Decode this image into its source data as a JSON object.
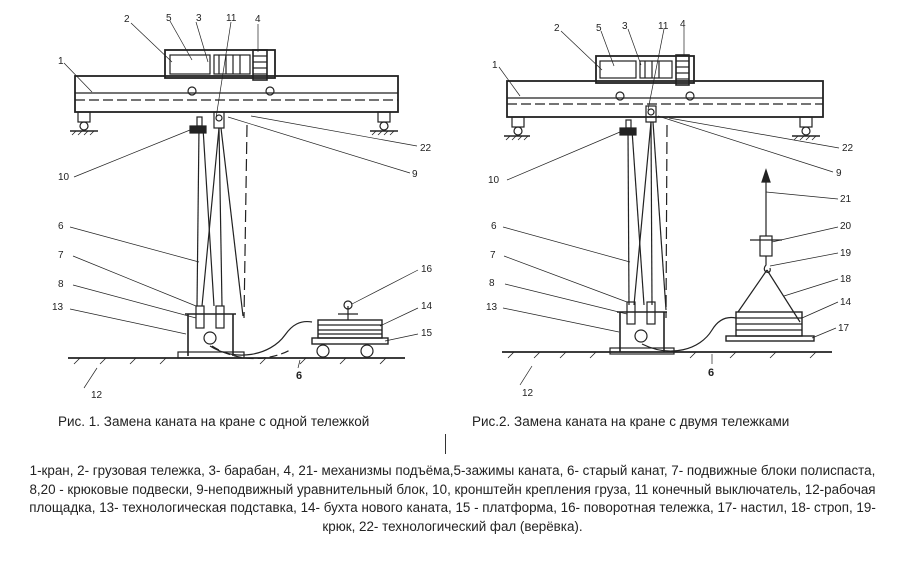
{
  "figures": [
    {
      "caption": "Рис. 1. Замена каната на кране с одной тележкой",
      "labels": [
        "1",
        "2",
        "3",
        "4",
        "5",
        "6",
        "6",
        "7",
        "8",
        "10",
        "11",
        "12",
        "13",
        "14",
        "15",
        "16",
        "22",
        "9"
      ]
    },
    {
      "caption": "Рис.2. Замена каната на кране с двумя тележками",
      "labels": [
        "1",
        "2",
        "3",
        "4",
        "5",
        "6",
        "6",
        "7",
        "8",
        "9",
        "10",
        "11",
        "12",
        "13",
        "14",
        "17",
        "18",
        "19",
        "20",
        "21",
        "22"
      ]
    }
  ],
  "legend": "1-кран, 2- грузовая тележка, 3- барабан, 4, 21- механизмы подъёма,5-зажимы каната, 6- старый канат, 7- подвижные блоки полиспаста, 8,20 - крюковые подвески, 9-неподвижный уравнительный блок, 10, кронштейн крепления груза, 11 конечный выключатель, 12-рабочая площадка, 13- технологическая подставка, 14- бухта нового каната, 15 - платформа, 16- поворотная тележка, 17- настил, 18- строп, 19- крюк, 22- технологический фал (верёвка)."
}
